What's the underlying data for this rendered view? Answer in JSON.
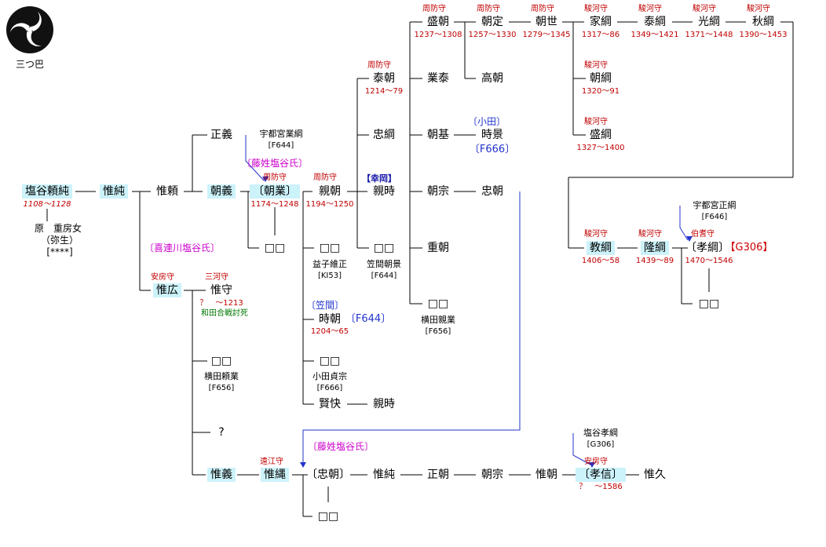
{
  "crest": {
    "caption": "三つ巴",
    "icon": "mitsudomoe-icon"
  },
  "names": {
    "yorizumi": "塩谷頼純",
    "korezumi": "惟純",
    "koreyori": "惟頼",
    "masayoshi": "正義",
    "tomoyoshi": "朝義",
    "tomonari": "〔朝業〕",
    "chikatomo": "親朝",
    "chikatoki": "親時",
    "tadatsuna": "忠綱",
    "yasutomo": "泰朝",
    "moritomo": "盛朝",
    "tomosada": "朝定",
    "tomoyo": "朝世",
    "ietsuna": "家綱",
    "yasutsuna": "泰綱",
    "mitsutsuna": "光綱",
    "akitsuna": "秋綱",
    "gyotai": "業泰",
    "takatomo": "高朝",
    "tomotsuna": "朝綱",
    "moritsuna": "盛綱",
    "tomomoto": "朝基",
    "tokikage": "時景",
    "tomomune": "朝宗",
    "tadatomo": "忠朝",
    "shigetomo": "重朝",
    "unk_tomonari": "□□",
    "unk_chikatomo": "□□",
    "unk_chikatoki": "□□",
    "unk_yokota": "□□",
    "tokitomo": "時朝",
    "unk_oda": "□□",
    "kenkai": "賢快",
    "chikatoki2": "親時",
    "korehiro": "惟広",
    "koremori": "惟守",
    "unk_yorinari": "□□",
    "unknown_q": "?",
    "koreyoshi": "惟義",
    "korenawa": "惟縄",
    "tadatomo2": "〔忠朝〕",
    "korezumi2": "惟純",
    "masatomo": "正朝",
    "tomomune2": "朝宗",
    "koretomo": "惟朝",
    "takanobu": "〔孝信〕",
    "korehisa": "惟久",
    "noritsuna": "教綱",
    "takatsuna": "隆綱",
    "takatsuna2": "〔孝綱〕",
    "unk_takatsuna": "□□",
    "unk_tadatomo2": "□□"
  },
  "titles": {
    "suo": "周防守",
    "suruga": "駿河守",
    "awa": "安房守",
    "mikawa": "三河守",
    "totomi": "遠江守",
    "hoki": "伯耆守"
  },
  "years": {
    "yorizumi": "1108～1128",
    "tomonari": "1174～1248",
    "chikatomo": "1194～1250",
    "yasutomo": "1214～79",
    "moritomo": "1237～1308",
    "tomosada": "1257～1330",
    "tomoyo": "1279～1345",
    "ietsuna": "1317～86",
    "yasutsuna": "1349～1421",
    "mitsutsuna": "1371～1448",
    "akitsuna": "1390～1453",
    "tomotsuna": "1320～91",
    "moritsuna": "1327～1400",
    "tokitomo": "1204～65",
    "koremori": "？　～1213",
    "noritsuna": "1406～58",
    "takatsuna": "1439～89",
    "takatsuna2": "1470～1546",
    "takanobu": "？　～1586"
  },
  "notes": {
    "mother1": "原　重房女",
    "mother2": "（弥生）",
    "mother3": "[****]",
    "utsunomiya_narikuni": "宇都宮業綱",
    "ref_f644a": "[F644]",
    "fujiwara1": "〔藤姓塩谷氏〕",
    "kitsuregawa": "〔喜連川塩谷氏〕",
    "wada_battle": "和田合戦討死",
    "koma_label": "【幸岡】",
    "oda_label": "〔小田〕",
    "ref_f666b": "〔F666〕",
    "mashiko": "益子維正",
    "ref_ki53": "[KI53]",
    "kasama_tomokage": "笠間朝景",
    "ref_f644b": "[F644]",
    "kasama_label": "〔笠間〕",
    "ref_f644c": "〔F644〕",
    "oda_sadamune": "小田貞宗",
    "ref_f666a": "[F666]",
    "yokota_chikanari": "横田親業",
    "ref_f656a": "[F656]",
    "yokota_yorinari": "横田頼業",
    "ref_f656b": "[F656]",
    "fujiwara2": "〔藤姓塩谷氏〕",
    "shioya_takatsuna": "塩谷孝綱",
    "ref_g306a": "[G306]",
    "utsunomiya_masatsuna": "宇都宮正綱",
    "ref_f646": "[F646]",
    "ref_g306b": "【G306】"
  }
}
